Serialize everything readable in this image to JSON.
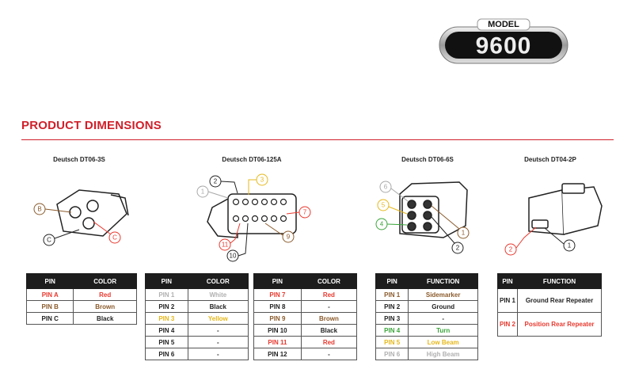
{
  "logo": {
    "line1": "MODEL",
    "line2": "9600"
  },
  "section_title": "PRODUCT DIMENSIONS",
  "colors": {
    "red": "#e8392f",
    "brown": "#8a5a2b",
    "yellow": "#e5b81c",
    "green": "#3aa53a",
    "gray": "#a8a8a8",
    "black": "#222222"
  },
  "connectors": [
    {
      "name": "Deutsch DT06-3S",
      "callouts": [
        "B",
        "C",
        "C"
      ]
    },
    {
      "name": "Deutsch DT06-125A",
      "callouts": [
        "1",
        "2",
        "3",
        "7",
        "9",
        "11",
        "10"
      ]
    },
    {
      "name": "Deutsch DT06-6S",
      "callouts": [
        "6",
        "5",
        "4",
        "1",
        "2"
      ]
    },
    {
      "name": "Deutsch DT04-2P",
      "callouts": [
        "2",
        "1"
      ]
    }
  ],
  "tables": [
    {
      "headers": [
        "PIN",
        "COLOR"
      ],
      "rows": [
        [
          "PIN A",
          "Red"
        ],
        [
          "PIN B",
          "Brown"
        ],
        [
          "PIN C",
          "Black"
        ]
      ]
    },
    {
      "headers": [
        "PIN",
        "COLOR"
      ],
      "rows": [
        [
          "PIN 1",
          "White"
        ],
        [
          "PIN 2",
          "Black"
        ],
        [
          "PIN 3",
          "Yellow"
        ],
        [
          "PIN 4",
          "-"
        ],
        [
          "PIN 5",
          "-"
        ],
        [
          "PIN 6",
          "-"
        ]
      ]
    },
    {
      "headers": [
        "PIN",
        "COLOR"
      ],
      "rows": [
        [
          "PIN 7",
          "Red"
        ],
        [
          "PIN 8",
          "-"
        ],
        [
          "PIN 9",
          "Brown"
        ],
        [
          "PIN 10",
          "Black"
        ],
        [
          "PIN 11",
          "Red"
        ],
        [
          "PIN 12",
          "-"
        ]
      ]
    },
    {
      "headers": [
        "PIN",
        "FUNCTION"
      ],
      "rows": [
        [
          "PIN 1",
          "Sidemarker"
        ],
        [
          "PIN 2",
          "Ground"
        ],
        [
          "PIN 3",
          "-"
        ],
        [
          "PIN 4",
          "Turn"
        ],
        [
          "PIN 5",
          "Low Beam"
        ],
        [
          "PIN 6",
          "High Beam"
        ]
      ]
    },
    {
      "headers": [
        "PIN",
        "FUNCTION"
      ],
      "rows": [
        [
          "PIN 1",
          "Ground Rear Repeater"
        ],
        [
          "PIN 2",
          "Position Rear Repeater"
        ]
      ]
    }
  ]
}
